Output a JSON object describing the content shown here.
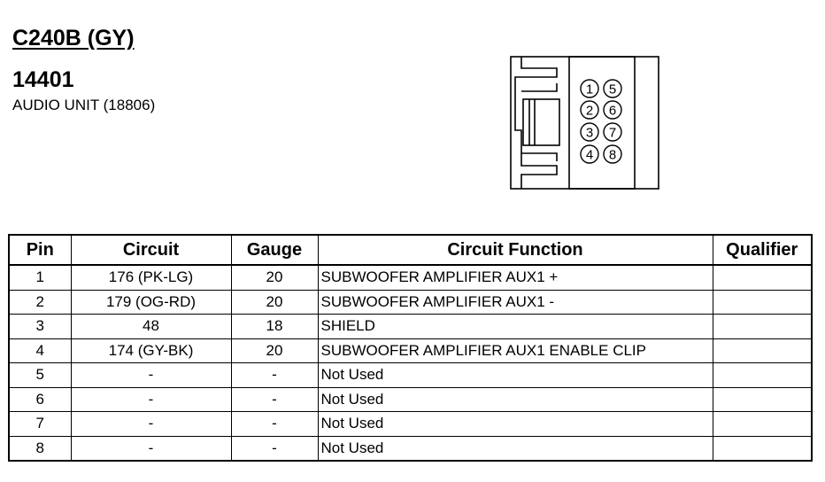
{
  "header": {
    "connector_id": "C240B (GY)",
    "part_number": "14401",
    "component_name": "AUDIO UNIT (18806)"
  },
  "connector": {
    "pins_left": [
      "1",
      "2",
      "3",
      "4"
    ],
    "pins_right": [
      "5",
      "6",
      "7",
      "8"
    ]
  },
  "table": {
    "headers": {
      "pin": "Pin",
      "circuit": "Circuit",
      "gauge": "Gauge",
      "function": "Circuit Function",
      "qualifier": "Qualifier"
    },
    "rows": [
      {
        "pin": "1",
        "circuit": "176 (PK-LG)",
        "gauge": "20",
        "function": "SUBWOOFER AMPLIFIER AUX1 +",
        "qualifier": ""
      },
      {
        "pin": "2",
        "circuit": "179 (OG-RD)",
        "gauge": "20",
        "function": "SUBWOOFER AMPLIFIER AUX1 -",
        "qualifier": ""
      },
      {
        "pin": "3",
        "circuit": "48",
        "gauge": "18",
        "function": "SHIELD",
        "qualifier": ""
      },
      {
        "pin": "4",
        "circuit": "174 (GY-BK)",
        "gauge": "20",
        "function": "SUBWOOFER AMPLIFIER AUX1 ENABLE CLIP",
        "qualifier": ""
      },
      {
        "pin": "5",
        "circuit": "-",
        "gauge": "-",
        "function": "Not Used",
        "qualifier": ""
      },
      {
        "pin": "6",
        "circuit": "-",
        "gauge": "-",
        "function": "Not Used",
        "qualifier": ""
      },
      {
        "pin": "7",
        "circuit": "-",
        "gauge": "-",
        "function": "Not Used",
        "qualifier": ""
      },
      {
        "pin": "8",
        "circuit": "-",
        "gauge": "-",
        "function": "Not Used",
        "qualifier": ""
      }
    ]
  }
}
